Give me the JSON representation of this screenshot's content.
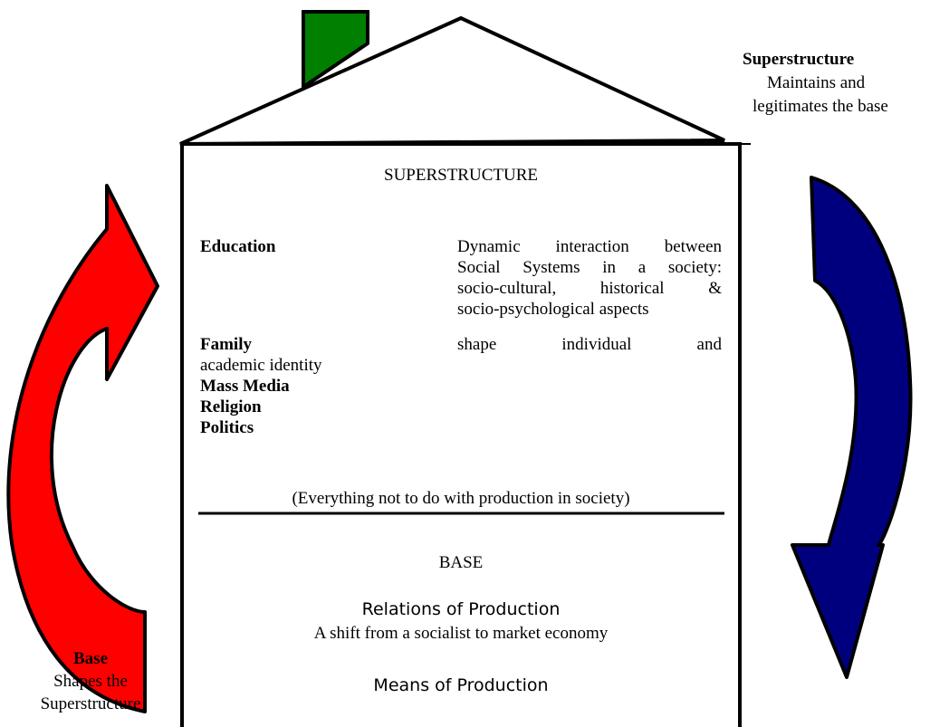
{
  "superstructure_note": {
    "title": "Superstructure",
    "line1": "Maintains and",
    "line2": "legitimates the base"
  },
  "base_note": {
    "title": "Base",
    "line1": "Shapes the",
    "line2": "Superstructure"
  },
  "superstructure": {
    "heading": "SUPERSTRUCTURE",
    "institutions": [
      "Education",
      "Family",
      "Mass Media",
      "Religion",
      "Politics"
    ],
    "interaction_lines": [
      "Dynamic interaction between",
      "Social Systems in a society:",
      "socio-cultural, historical &",
      "socio-psychological aspects",
      "shape individual and"
    ],
    "wrap_text": "academic identity",
    "footnote": "(Everything not to do with production in society)"
  },
  "base": {
    "heading": "BASE",
    "relations_title": "Relations of Production",
    "relations_sub": "A shift from a socialist to market economy",
    "means_title": "Means of Production"
  },
  "colors": {
    "chimney": "#007f00",
    "left_arrow": "#ff0000",
    "right_arrow": "#00007f",
    "outline": "#000000"
  }
}
